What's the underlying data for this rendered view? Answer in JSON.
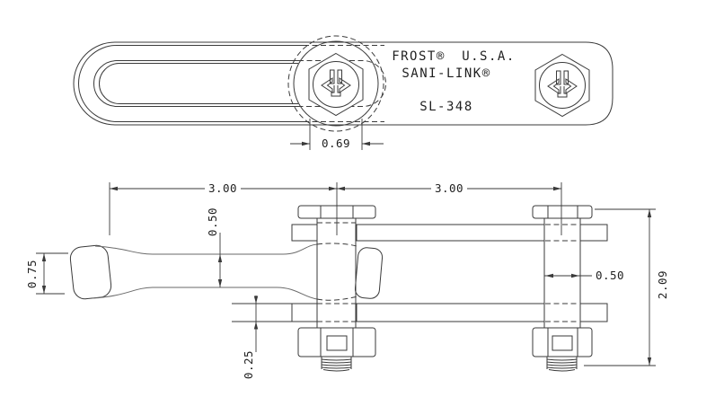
{
  "drawing": {
    "brand": "FROST®",
    "country": "U.S.A.",
    "product": "SANI-LINK®",
    "model": "SL-348"
  },
  "dimensions": {
    "bolt_offset_top": "0.69",
    "pitch_left": "3.00",
    "pitch_right": "3.00",
    "bar_height": "0.50",
    "bar_end_height": "0.75",
    "pin_width": "0.50",
    "plate_thickness": "0.25",
    "overall_height": "2.09"
  },
  "colors": {
    "background": "#ffffff",
    "linework": "#3a3a3a",
    "text": "#1f1f1f"
  }
}
